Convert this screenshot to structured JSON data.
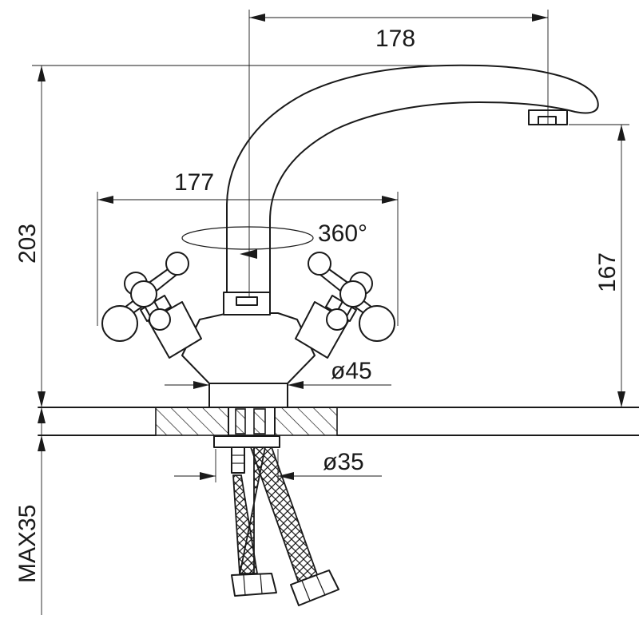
{
  "dimensions": {
    "spout_reach": "178",
    "handle_span": "177",
    "rotation": "360°",
    "total_height": "203",
    "spout_height": "167",
    "base_diameter": "ø45",
    "shank_diameter": "ø35",
    "max_counter_thickness": "MAX35"
  }
}
